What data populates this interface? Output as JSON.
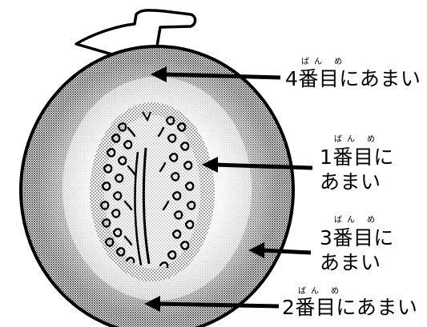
{
  "colors": {
    "ink": "#000000",
    "rind": "#9a9a9a",
    "flesh_light": "#f4f4f4",
    "flesh_mid": "#c8c8c8"
  },
  "labels": [
    {
      "ruby": "ばん め",
      "line1": "4番目にあまい",
      "line2": ""
    },
    {
      "ruby": "ばん め",
      "line1": "1番目に",
      "line2": "あまい"
    },
    {
      "ruby": "ばん め",
      "line1": "3番目に",
      "line2": "あまい"
    },
    {
      "ruby": "ばん め",
      "line1": "2番目にあまい",
      "line2": ""
    }
  ]
}
